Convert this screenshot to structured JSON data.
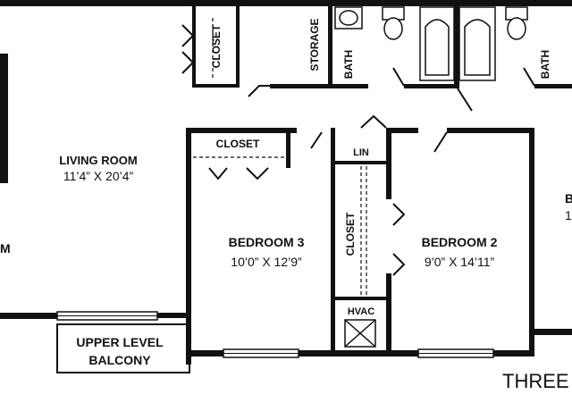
{
  "rooms": {
    "living_room": {
      "name": "LIVING ROOM",
      "dimensions": "11’4” X 20’4”"
    },
    "bedroom_3": {
      "name": "BEDROOM 3",
      "dimensions": "10’0” X 12’9”"
    },
    "bedroom_2": {
      "name": "BEDROOM 2",
      "dimensions": "9’0” X 14’11”"
    },
    "balcony": {
      "line1": "UPPER LEVEL",
      "line2": "BALCONY"
    },
    "partial_left": {
      "label": "M"
    },
    "partial_right": {
      "label": "B",
      "dimensions": "1"
    }
  },
  "spaces": {
    "closet_top": "CLOSET",
    "storage": "STORAGE",
    "bath_1": "BATH",
    "bath_2": "BATH",
    "closet_bedroom_3": "CLOSET",
    "linen": "LIN",
    "closet_hall": "CLOSET",
    "hvac": "HVAC"
  },
  "plan_title": "THREE"
}
